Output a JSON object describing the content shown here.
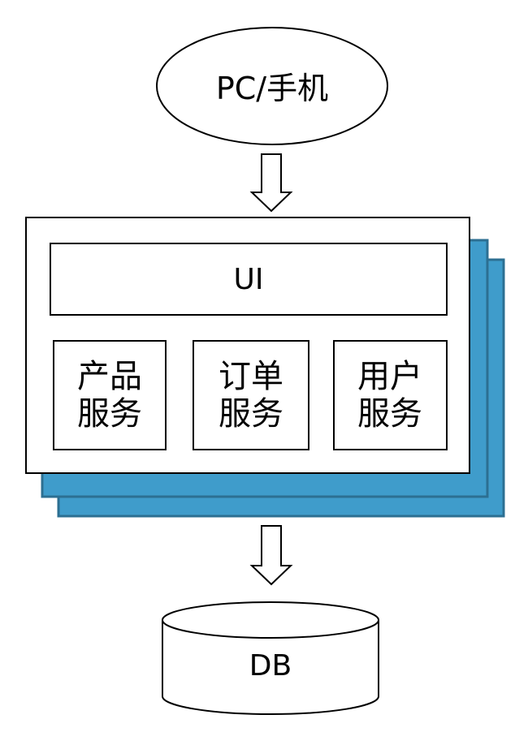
{
  "client": {
    "label": "PC/手机"
  },
  "app": {
    "ui_label": "UI",
    "services": [
      {
        "label": "产品\n服务"
      },
      {
        "label": "订单\n服务"
      },
      {
        "label": "用户\n服务"
      }
    ]
  },
  "database": {
    "label": "DB"
  },
  "colors": {
    "stack_fill": "#3f9ccb",
    "stack_stroke": "#2c6f92",
    "line": "#000000",
    "background": "#ffffff"
  }
}
